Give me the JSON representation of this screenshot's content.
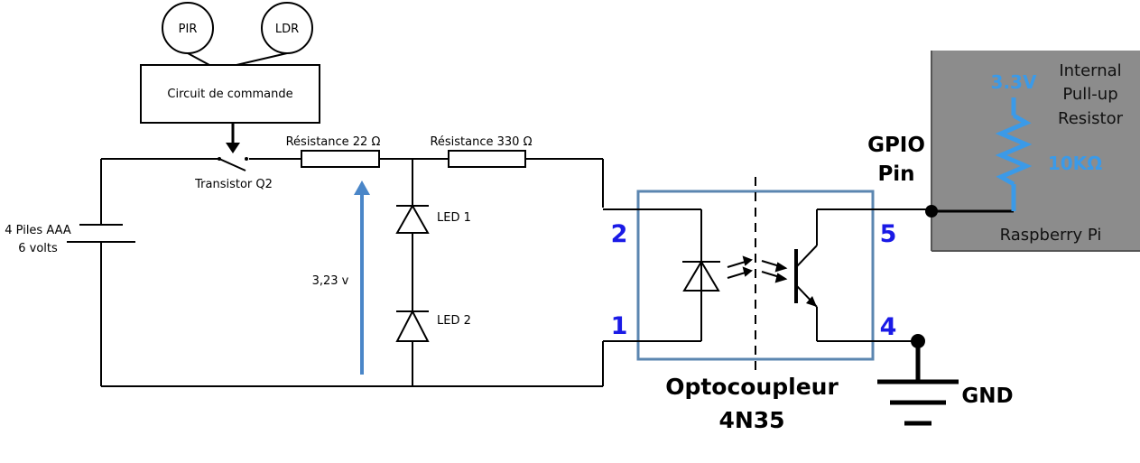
{
  "sensors": {
    "pir": "PIR",
    "ldr": "LDR"
  },
  "control": {
    "label": "Circuit de commande"
  },
  "transistor": {
    "label": "Transistor Q2"
  },
  "battery": {
    "line1": "4 Piles AAA",
    "line2": "6 volts"
  },
  "resistors": {
    "r22": "Résistance 22 Ω",
    "r330": "Résistance 330 Ω"
  },
  "leds": {
    "led1": "LED 1",
    "led2": "LED 2"
  },
  "voltage": {
    "label": "3,23 v"
  },
  "optocoupler": {
    "line1": "Optocoupleur",
    "line2": "4N35",
    "pins": {
      "p2": "2",
      "p1": "1",
      "p5": "5",
      "p4": "4"
    }
  },
  "gpio": {
    "line1": "GPIO",
    "line2": "Pin"
  },
  "ground": {
    "label": "GND"
  },
  "raspberry": {
    "voltage": "3.3V",
    "internal1": "Internal",
    "internal2": "Pull-up",
    "internal3": "Resistor",
    "resistance": "10KΩ",
    "label": "Raspberry Pi"
  },
  "colors": {
    "pin_numbers": "#1a1ae6",
    "arrow": "#4a86c8",
    "optocoupler_box": "#5b86b0",
    "pi_panel": "#8c8c8c",
    "pi_labels": "#3b9ae8"
  }
}
